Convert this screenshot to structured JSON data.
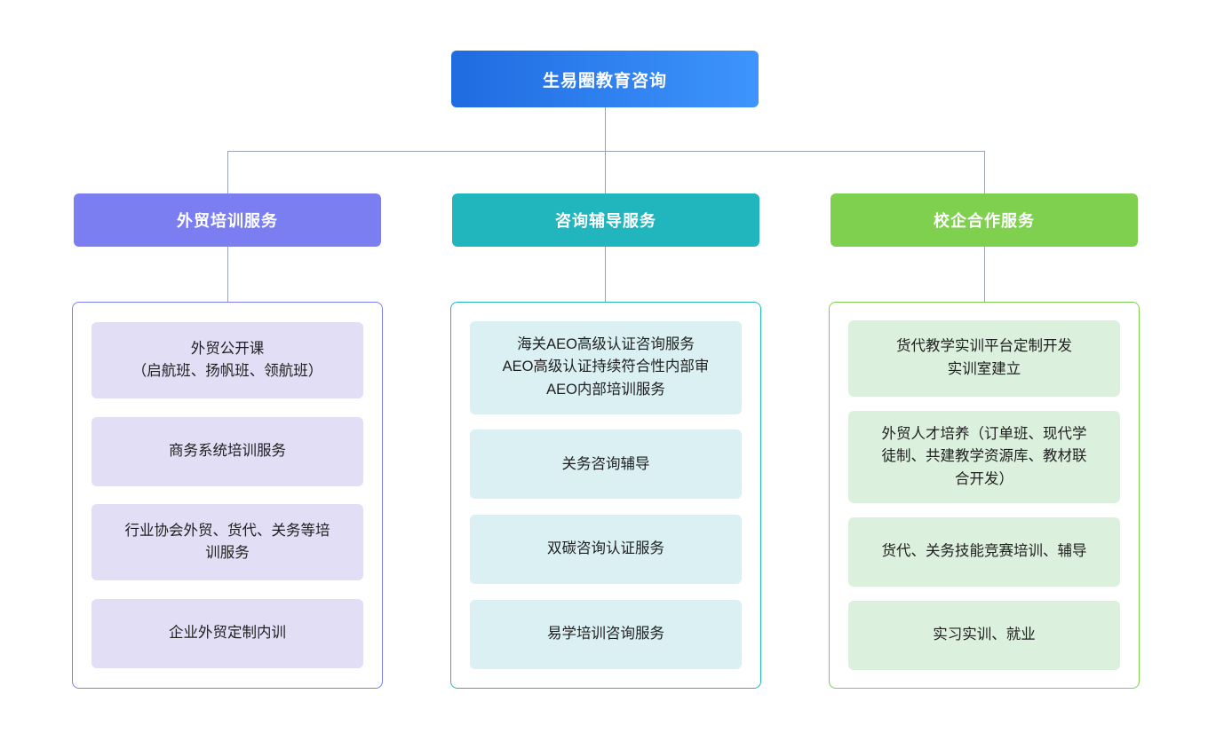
{
  "chart_data": {
    "type": "diagram",
    "diagram_kind": "organization-tree",
    "title": "生易圈教育咨询",
    "levels": 3,
    "root": {
      "label": "生易圈教育咨询",
      "color": "#1f6be0",
      "gradient_from": "#1f6be0",
      "gradient_to": "#3e95fb"
    },
    "branches": [
      {
        "label": "外贸培训服务",
        "header_color": "#7b7ef0",
        "card_color": "#e2def5",
        "border_color": "#7b7ef0",
        "items": [
          "外贸公开课\n（启航班、扬帆班、领航班）",
          "商务系统培训服务",
          "行业协会外贸、货代、关务等培\n训服务",
          "企业外贸定制内训"
        ]
      },
      {
        "label": "咨询辅导服务",
        "header_color": "#21b5bd",
        "card_color": "#daf0f2",
        "border_color": "#21b5bd",
        "items": [
          "海关AEO高级认证咨询服务\nAEO高级认证持续符合性内部审\nAEO内部培训服务",
          "关务咨询辅导",
          "双碳咨询认证服务",
          "易学培训咨询服务"
        ]
      },
      {
        "label": "校企合作服务",
        "header_color": "#7ed04e",
        "card_color": "#dcf0de",
        "border_color": "#7ed04e",
        "items": [
          "货代教学实训平台定制开发\n实训室建立",
          "外贸人才培养（订单班、现代学\n徒制、共建教学资源库、教材联\n合开发）",
          "货代、关务技能竞赛培训、辅导",
          "实习实训、就业"
        ]
      }
    ],
    "connector_color": "#9aa5b1"
  }
}
